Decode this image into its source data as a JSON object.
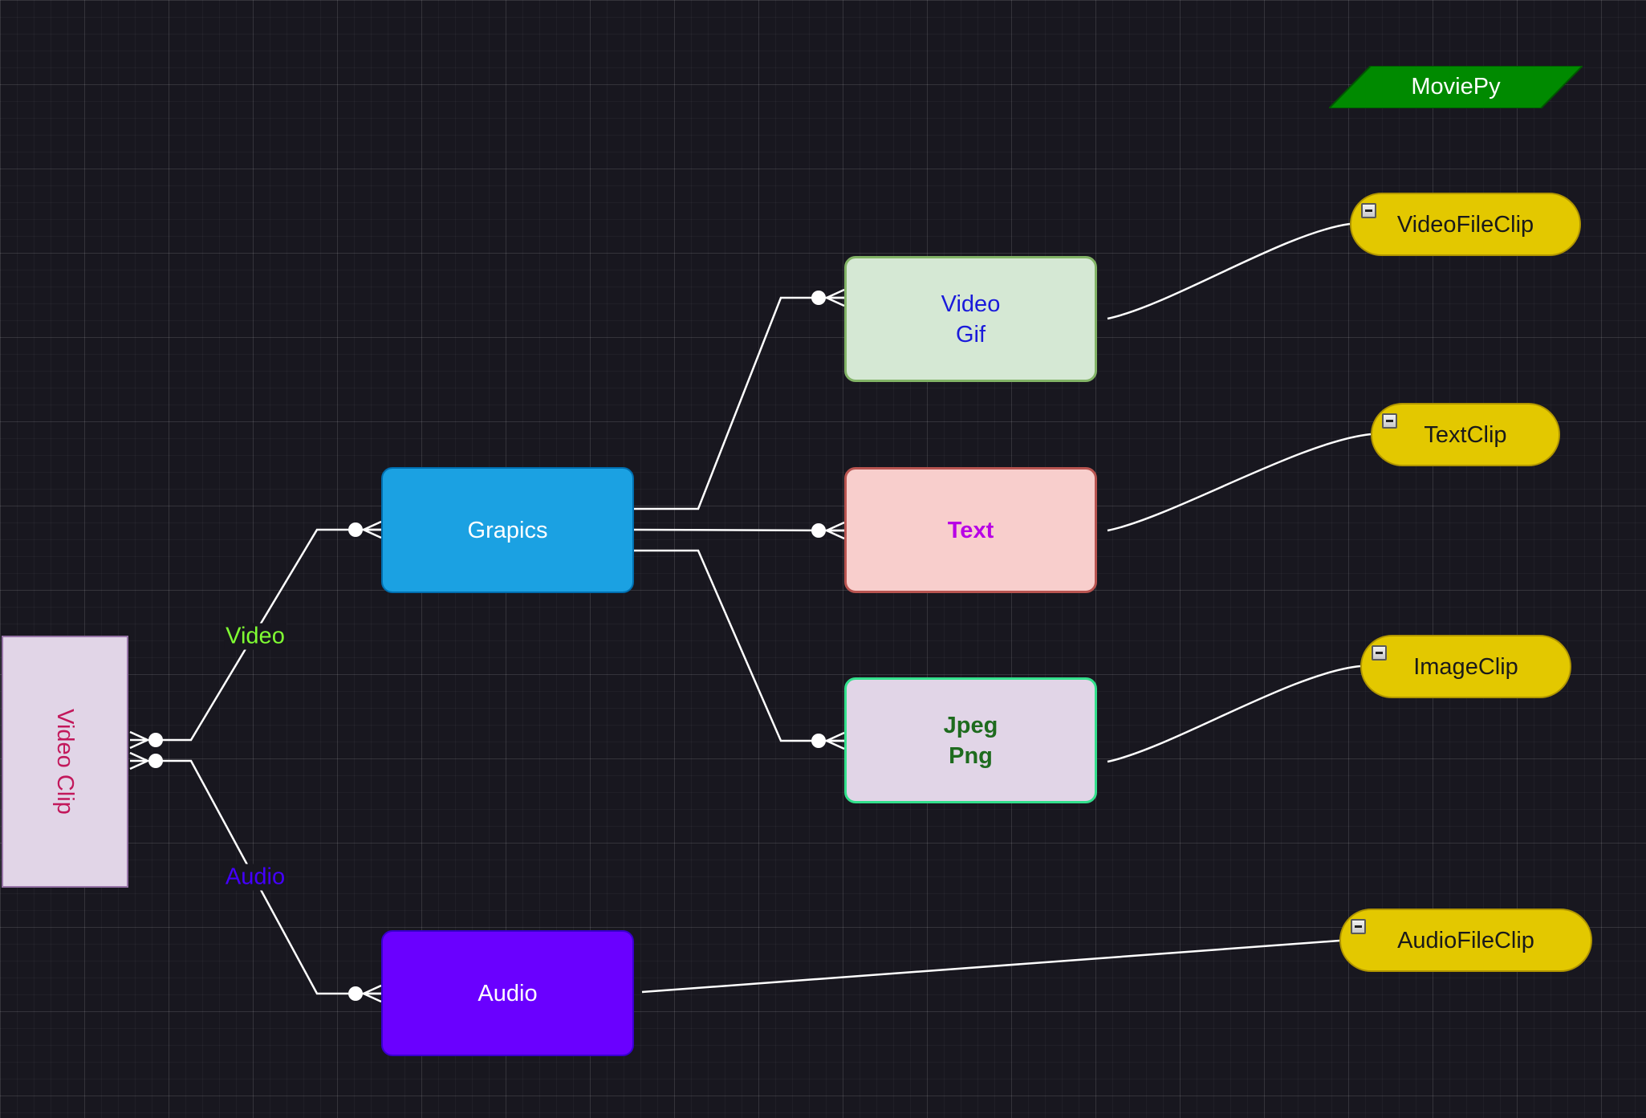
{
  "nodes": {
    "video_clip": {
      "label": "Video Clip"
    },
    "graphics": {
      "label": "Grapics"
    },
    "audio": {
      "label": "Audio"
    },
    "video_gif": {
      "line1": "Video",
      "line2": "Gif"
    },
    "text": {
      "label": "Text"
    },
    "jpeg_png": {
      "line1": "Jpeg",
      "line2": "Png"
    },
    "moviepy": {
      "label": "MoviePy"
    },
    "video_file_clip": {
      "label": "VideoFileClip"
    },
    "text_clip": {
      "label": "TextClip"
    },
    "image_clip": {
      "label": "ImageClip"
    },
    "audio_file_clip": {
      "label": "AudioFileClip"
    }
  },
  "edge_labels": {
    "video": "Video",
    "audio": "Audio"
  },
  "colors": {
    "background": "#18171f",
    "edge": "#ffffff",
    "video_clip_fill": "#e1d5e7",
    "video_clip_text": "#c2185b",
    "graphics_fill": "#1ba1e2",
    "audio_fill": "#6a00ff",
    "video_gif_fill": "#d5e8d4",
    "video_gif_text": "#1a1adb",
    "text_fill": "#f8cecc",
    "text_text": "#b800e6",
    "jpeg_png_fill": "#e1d5e7",
    "jpeg_png_text": "#1e6b1e",
    "moviepy_fill": "#008a00",
    "clip_fill": "#e3c800",
    "video_label": "#80ff33",
    "audio_label": "#4400ff"
  }
}
